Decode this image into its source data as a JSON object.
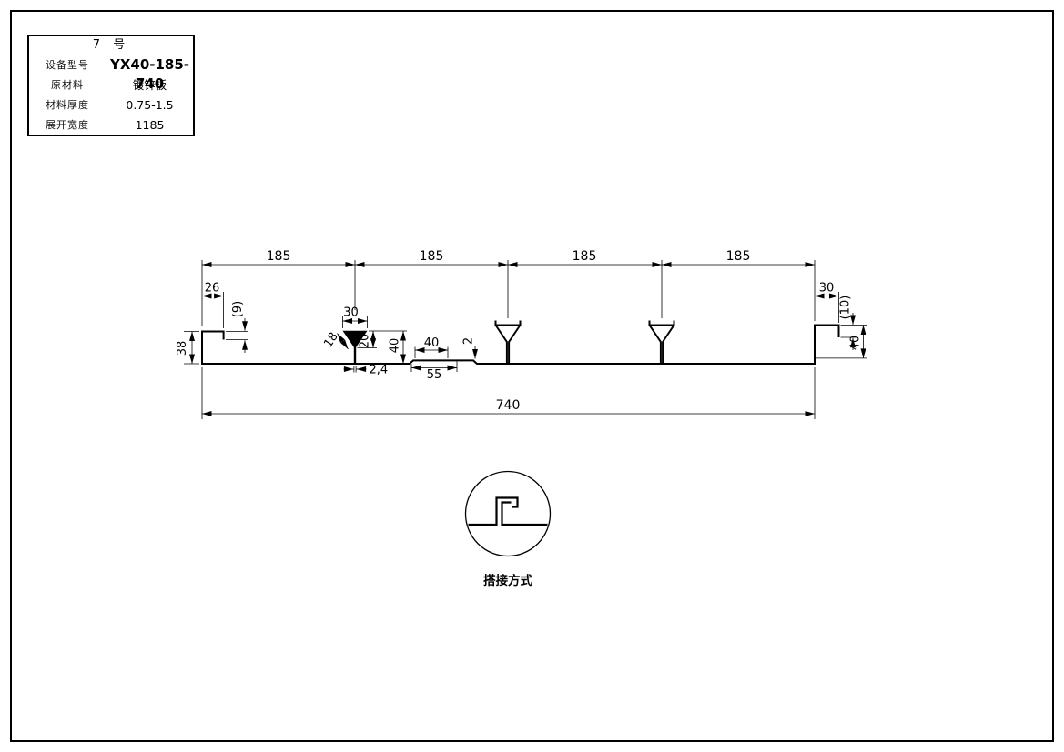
{
  "title_block": {
    "header": "7 号",
    "rows": [
      {
        "label": "设备型号",
        "value": "YX40-185-740"
      },
      {
        "label": "原材料",
        "value": "镀锌板"
      },
      {
        "label": "材料厚度",
        "value": "0.75-1.5"
      },
      {
        "label": "展开宽度",
        "value": "1185"
      }
    ]
  },
  "drawing": {
    "top_pitches": [
      "185",
      "185",
      "185",
      "185"
    ],
    "overall_width": "740",
    "left": {
      "lip": "26",
      "hook": "(9)",
      "height": "38"
    },
    "rib": {
      "top_width": "30",
      "slope": "18",
      "depth": "20",
      "height": "40",
      "stem": "2,4"
    },
    "mid": {
      "flat": "40",
      "step": "2",
      "spacing": "55"
    },
    "right": {
      "lip": "30",
      "hook": "(10)",
      "height": "40"
    },
    "detail": {
      "label": "搭接方式"
    }
  }
}
